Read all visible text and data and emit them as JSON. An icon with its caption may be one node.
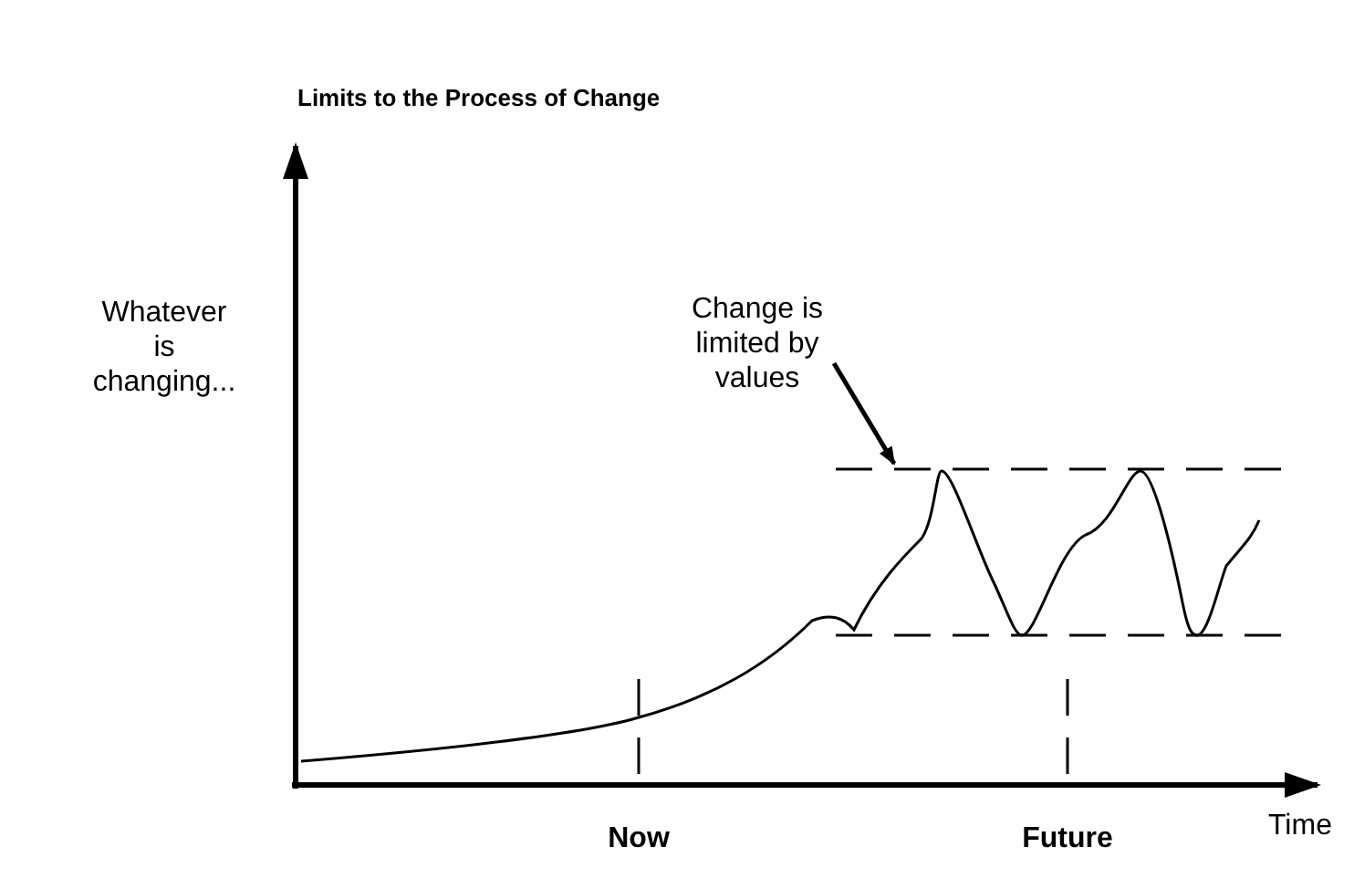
{
  "diagram": {
    "title": "Limits to the Process of Change",
    "nodes": [
      {
        "text": [
          "Change is limited by values"
        ]
      },
      {
        "text": [],
        "shape": "line"
      }
    ],
    "edges": [
      {
        "from": 0,
        "to": 1,
        "arrow": "to"
      }
    ],
    "labels": [
      "Whatever is changing...",
      "Now",
      "Future",
      "Time"
    ]
  }
}
